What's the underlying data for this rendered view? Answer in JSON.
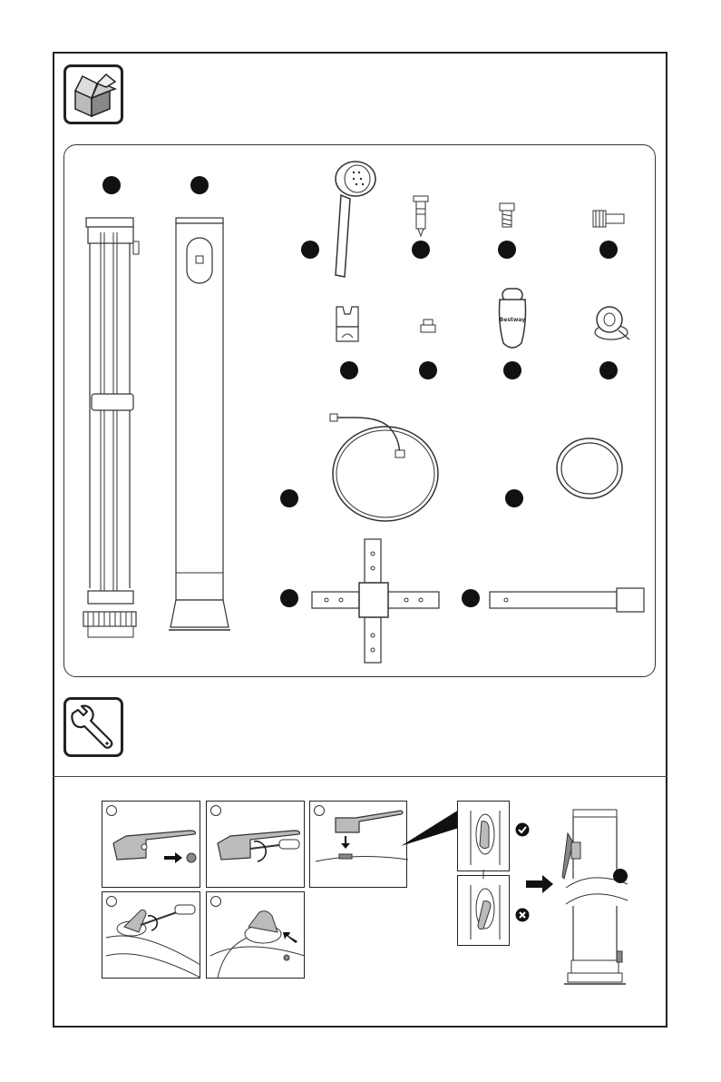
{
  "parts_section": {
    "icon": "open-box-icon",
    "items": [
      {
        "name": "solar-column-frame"
      },
      {
        "name": "solar-column-body"
      },
      {
        "name": "hand-shower"
      },
      {
        "name": "pin-screw"
      },
      {
        "name": "bolt"
      },
      {
        "name": "hose-connector"
      },
      {
        "name": "shower-holder"
      },
      {
        "name": "cap"
      },
      {
        "name": "mixer-handle",
        "brand": "Bestway"
      },
      {
        "name": "sealing-tape"
      },
      {
        "name": "shower-hose"
      },
      {
        "name": "o-ring"
      },
      {
        "name": "cross-base"
      },
      {
        "name": "extension-leg"
      }
    ]
  },
  "assembly_section": {
    "icon": "wrench-icon",
    "steps": [
      "handle-removal",
      "screw-out",
      "cap-align",
      "screw-in",
      "reattach"
    ],
    "check_icon": "check-icon",
    "cross_icon": "cross-icon"
  }
}
